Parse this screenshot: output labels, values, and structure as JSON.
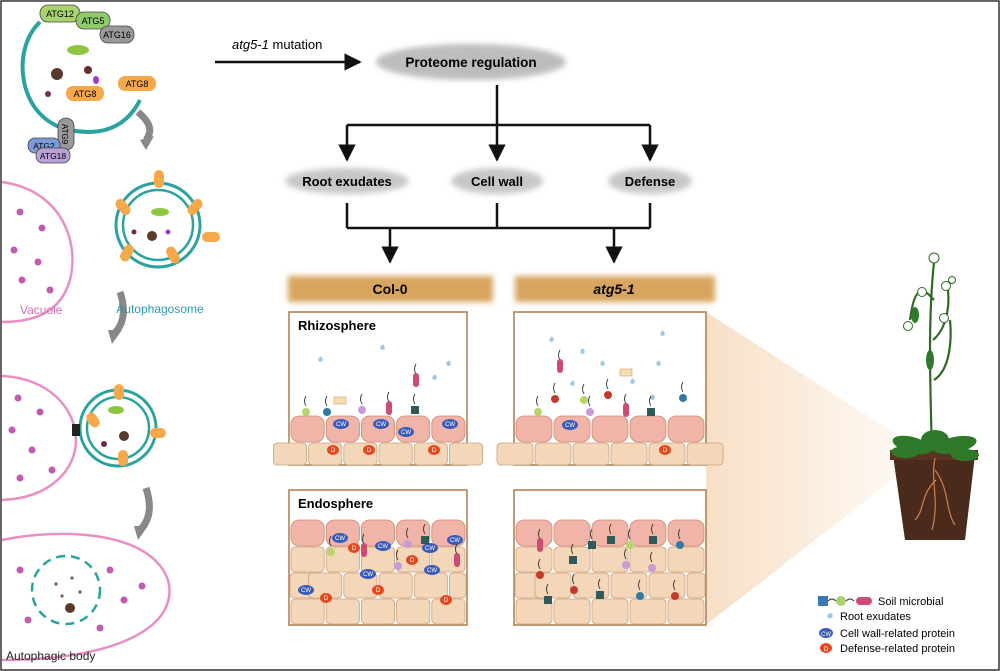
{
  "flow": {
    "mutation_italic": "atg5-1",
    "mutation_rest": " mutation",
    "center": "Proteome regulation",
    "branches": [
      "Root exudates",
      "Cell wall",
      "Defense"
    ]
  },
  "panels": {
    "col0_title": "Col-0",
    "atg_title": "atg5-1",
    "rhizosphere": "Rhizosphere",
    "endosphere": "Endosphere"
  },
  "autophagy": {
    "proteins": [
      "ATG12",
      "ATG5",
      "ATG16",
      "ATG8",
      "ATG8",
      "ATG9",
      "ATG2",
      "ATG18"
    ],
    "vacuole": "Vacuole",
    "autophagosome": "Autophagosome",
    "autophagic_body": "Autophagic body"
  },
  "legend": {
    "items": [
      "Soil microbial",
      "Root exudates",
      "Cell wall-related protein",
      "Defense-related protein"
    ],
    "cw_mark": "CW",
    "d_mark": "D"
  },
  "colors": {
    "orange": "#f5a94a",
    "teal": "#2aa3a0",
    "pink": "#e98fc6",
    "cell": "#f3d7b8",
    "cell_top": "#f0b5a8",
    "cw_blue": "#3a5bb8",
    "d_red": "#e4491e",
    "soil_bar": "#d9a65a"
  }
}
